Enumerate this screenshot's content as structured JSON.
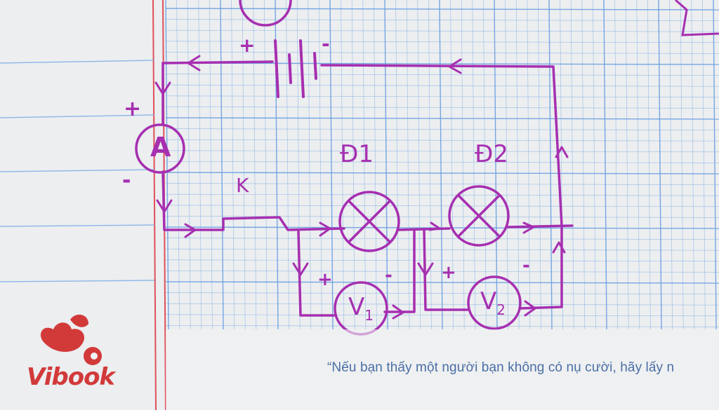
{
  "brand": {
    "name": "Vibook",
    "color": "#d23a3a"
  },
  "footer": {
    "quote": "“Nếu bạn thấy một người bạn không có nụ cười, hãy lấy n"
  },
  "paper": {
    "background": "#eceef0",
    "grid_color": "#6a9fe0",
    "margin_line_color": "#e0505a"
  },
  "circuit": {
    "ink_color": "#a62fb0",
    "ammeter": {
      "symbol": "A",
      "plus": "+",
      "minus": "-"
    },
    "battery": {
      "plus": "+",
      "minus": "-"
    },
    "switch": {
      "label": "K"
    },
    "lamp1": {
      "label": "Đ1"
    },
    "lamp2": {
      "label": "Đ2"
    },
    "voltmeter1": {
      "symbol": "V",
      "subscript": "1",
      "plus": "+",
      "minus": "-"
    },
    "voltmeter2": {
      "symbol": "V",
      "subscript": "2",
      "plus": "+",
      "minus": "-"
    }
  }
}
